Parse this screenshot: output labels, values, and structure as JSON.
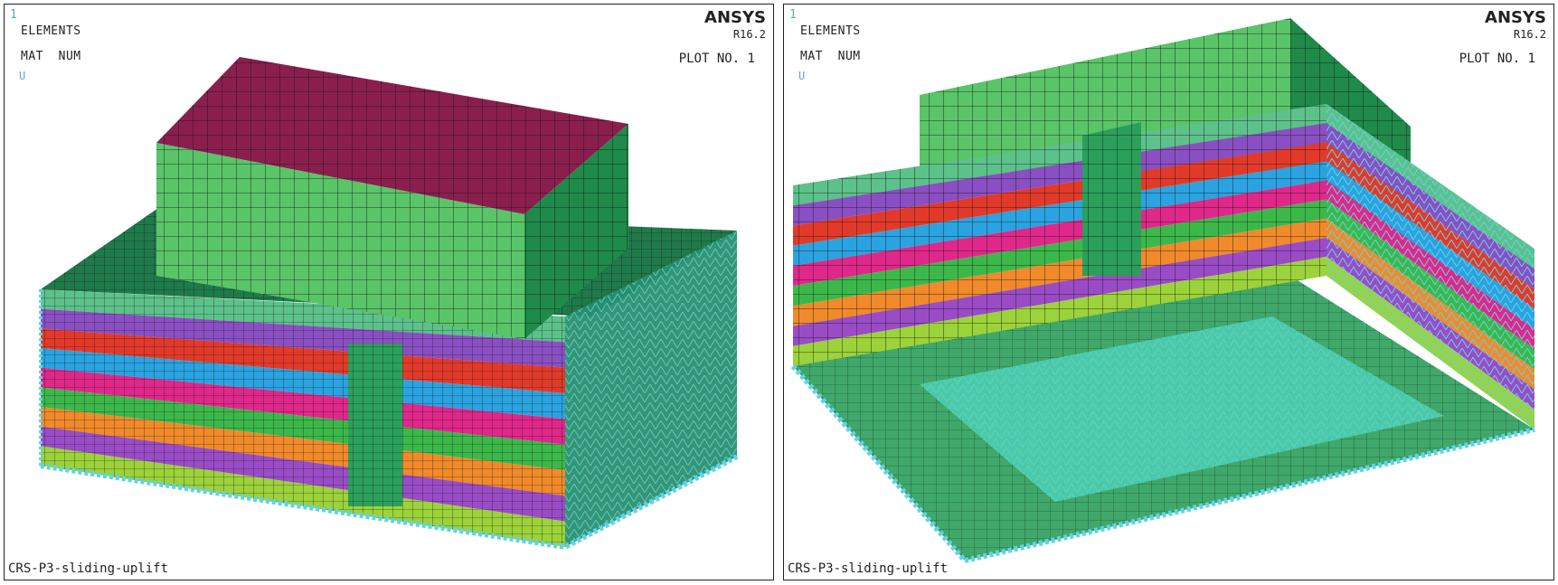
{
  "colors": {
    "roof": "#8a1f4e",
    "wall_light": "#59c468",
    "wall_dark": "#1f8a4a",
    "slab": "#1f7a4a",
    "mesh_line": "#1a1a1a",
    "support": "#5ed3e8",
    "layers": [
      "#5cc18a",
      "#8a4fc2",
      "#e23a2a",
      "#2aa3e0",
      "#e0288a",
      "#3cb84a",
      "#f08a2a",
      "#9a4cc6",
      "#9cd23a"
    ],
    "floor": "#3fcf9a"
  },
  "panels": [
    {
      "window_number": "1",
      "elements_label": "ELEMENTS",
      "mat_num_label": "MAT  NUM",
      "dof_symbol": "U",
      "brand": "ANSYS",
      "version": "R16.2",
      "plot_no_label": "PLOT NO.   1",
      "caption": "CRS-P3-sliding-uplift"
    },
    {
      "window_number": "1",
      "elements_label": "ELEMENTS",
      "mat_num_label": "MAT  NUM",
      "dof_symbol": "U",
      "brand": "ANSYS",
      "version": "R16.2",
      "plot_no_label": "PLOT NO.   1",
      "caption": "CRS-P3-sliding-uplift"
    }
  ]
}
